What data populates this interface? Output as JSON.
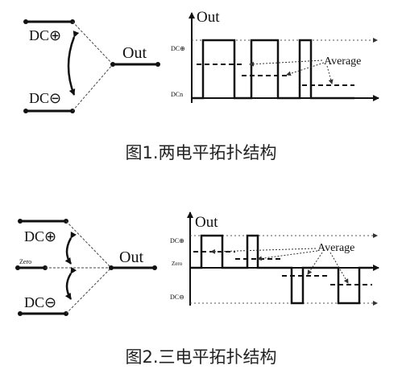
{
  "figure1": {
    "switch_labels": {
      "dc_pos": "DC⊕",
      "dc_neg": "DC⊖",
      "out": "Out"
    },
    "plot_labels": {
      "out": "Out",
      "dc_pos": "DC⊕",
      "dc_neg": "DCn",
      "average": "Average"
    },
    "caption": "图1.两电平拓扑结构"
  },
  "figure2": {
    "switch_labels": {
      "dc_pos": "DC⊕",
      "zero": "Zero",
      "dc_neg": "DC⊖",
      "out": "Out"
    },
    "plot_labels": {
      "out": "Out",
      "dc_pos": "DC⊕",
      "zero": "Zero",
      "dc_neg": "DC⊖",
      "average": "Average"
    },
    "caption": "图2.三电平拓扑结构"
  }
}
